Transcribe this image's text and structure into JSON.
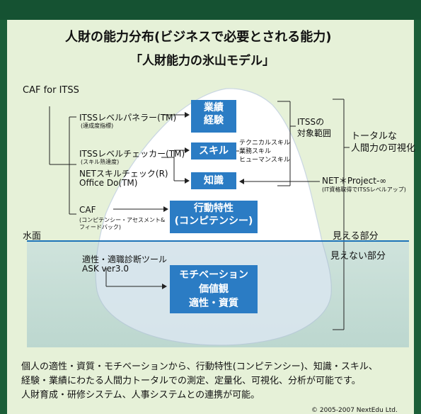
{
  "title": "人財の能力分布(ビジネスで必要とされる能力)",
  "subtitle": "「人財能力の氷山モデル」",
  "left": {
    "caf_itss": "CAF for ITSS",
    "navigator": "ITSSレベルパネラー(TM)",
    "navigator_sub": "(達成度指標)",
    "checker": "ITSSレベルチェッカー(TM)",
    "checker_sub": "(スキル熟達度)",
    "net_check": "NETスキルチェック(R)",
    "office_do": "Office Do(TM)",
    "caf": "CAF",
    "caf_sub1": "(コンピテンシー・アセスメント&",
    "caf_sub2": "フィードバック)",
    "tool1": "適性・適職診断ツール",
    "tool2": "ASK  ver3.0"
  },
  "boxes": {
    "gyoseki1": "業績",
    "gyoseki2": "経験",
    "skill": "スキル",
    "chishiki": "知識",
    "kodo1": "行動特性",
    "kodo2": "(コンピテンシー)",
    "moti1": "モチベーション",
    "moti2": "価値観",
    "moti3": "適性・資質"
  },
  "skill_types": [
    "テクニカルスキル",
    "業務スキル",
    "ヒューマンスキル"
  ],
  "right": {
    "itss1": "ITSSの",
    "itss2": "対象範囲",
    "total1": "トータルな",
    "total2": "人間力の可視化",
    "netproject": "NET＊Project-∞",
    "netproject_sub": "(IT資格取得でITSSレベルアップ)",
    "visible": "見える部分",
    "invisible": "見えない部分"
  },
  "water_label": "水面",
  "description": [
    "個人の適性・資質・モチベーションから、行動特性(コンピテンシー)、知識・スキル、",
    "経験・業績にわたる人間力トータルでの測定、定量化、可視化、分析が可能です。",
    "人財育成・研修システム、人事システムとの連携が可能。"
  ],
  "copyright": "© 2005-2007 NextEdu Ltd."
}
